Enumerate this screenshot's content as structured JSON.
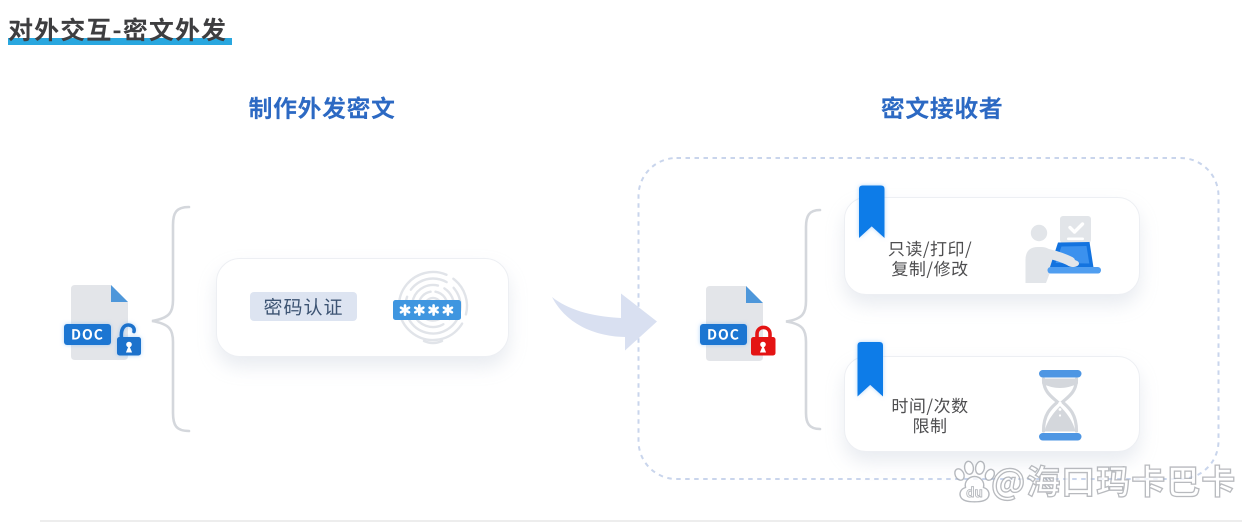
{
  "page": {
    "background": "#FFFFFF",
    "accent_blue": "#1B76D2",
    "header_blue": "#2C69C3",
    "underline_cyan": "#29A7DF",
    "danger_red": "#E41414",
    "light_gray": "#E3E5E9"
  },
  "title": {
    "text": "对外交互-密文外发"
  },
  "left_section": {
    "header": "制作外发密文",
    "doc_icon": {
      "label": "DOC",
      "lock_state": "unlocked"
    },
    "auth_box": {
      "chip_label": "密码认证",
      "password_mask": "****",
      "fingerprint_icon": "fingerprint"
    }
  },
  "flow_arrow": {
    "direction": "right",
    "color": "#D9E0F1"
  },
  "right_section": {
    "header": "密文接收者",
    "doc_icon": {
      "label": "DOC",
      "lock_state": "locked"
    },
    "permission_cards": [
      {
        "lines": [
          "只读/打印/",
          "复制/修改"
        ],
        "icon": "person-laptop"
      },
      {
        "lines": [
          "时间/次数",
          "限制"
        ],
        "icon": "hourglass"
      }
    ]
  },
  "watermark": {
    "icon": "baidu-paw",
    "icon_text": "du",
    "text": "@海口玛卡巴卡"
  }
}
